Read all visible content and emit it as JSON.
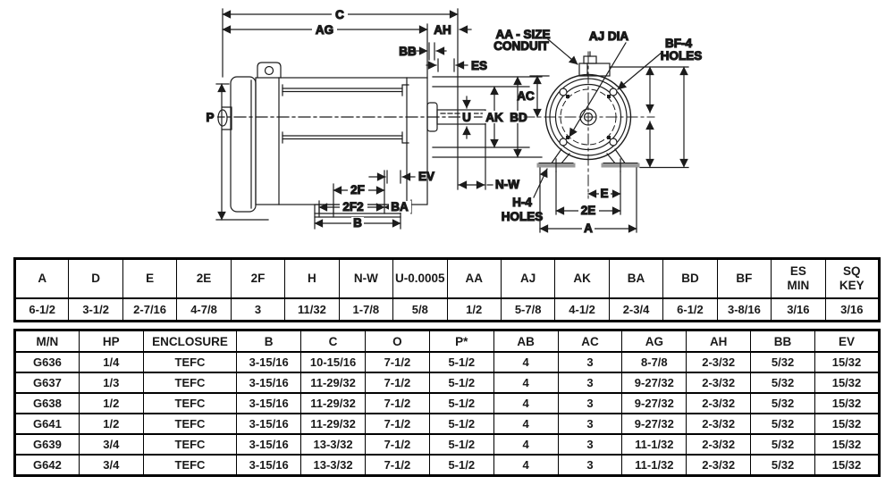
{
  "diagram": {
    "labels": {
      "c": "C",
      "ag": "AG",
      "ah": "AH",
      "bb": "BB",
      "es": "ES",
      "p": "P",
      "u": "U",
      "ak": "AK",
      "bd": "BD",
      "nw": "N-W",
      "ev": "EV",
      "two_f": "2F",
      "two_f2": "2F2",
      "ba": "BA",
      "b": "B",
      "aa_line1": "AA - SIZE",
      "aa_line2": "CONDUIT",
      "aj": "AJ DIA",
      "bf_line1": "BF-4",
      "bf_line2": "HOLES",
      "ac": "AC",
      "h4_line1": "H-4",
      "h4_line2": "HOLES",
      "e": "E",
      "two_e": "2E",
      "a": "A"
    }
  },
  "frame_table": {
    "headers": [
      "A",
      "D",
      "E",
      "2E",
      "2F",
      "H",
      "N-W",
      "U-0.0005",
      "AA",
      "AJ",
      "AK",
      "BA",
      "BD",
      "BF",
      "ES\nMIN",
      "SQ\nKEY"
    ],
    "rows": [
      [
        "6-1/2",
        "3-1/2",
        "2-7/16",
        "4-7/8",
        "3",
        "11/32",
        "1-7/8",
        "5/8",
        "1/2",
        "5-7/8",
        "4-1/2",
        "2-3/4",
        "6-1/2",
        "3-8/16",
        "3/16",
        "3/16"
      ]
    ]
  },
  "models_table": {
    "headers": [
      "M/N",
      "HP",
      "ENCLOSURE",
      "B",
      "C",
      "O",
      "P*",
      "AB",
      "AC",
      "AG",
      "AH",
      "BB",
      "EV"
    ],
    "rows": [
      [
        "G636",
        "1/4",
        "TEFC",
        "3-15/16",
        "10-15/16",
        "7-1/2",
        "5-1/2",
        "4",
        "3",
        "8-7/8",
        "2-3/32",
        "5/32",
        "15/32"
      ],
      [
        "G637",
        "1/3",
        "TEFC",
        "3-15/16",
        "11-29/32",
        "7-1/2",
        "5-1/2",
        "4",
        "3",
        "9-27/32",
        "2-3/32",
        "5/32",
        "15/32"
      ],
      [
        "G638",
        "1/2",
        "TEFC",
        "3-15/16",
        "11-29/32",
        "7-1/2",
        "5-1/2",
        "4",
        "3",
        "9-27/32",
        "2-3/32",
        "5/32",
        "15/32"
      ],
      [
        "G641",
        "1/2",
        "TEFC",
        "3-15/16",
        "11-29/32",
        "7-1/2",
        "5-1/2",
        "4",
        "3",
        "9-27/32",
        "2-3/32",
        "5/32",
        "15/32"
      ],
      [
        "G639",
        "3/4",
        "TEFC",
        "3-15/16",
        "13-3/32",
        "7-1/2",
        "5-1/2",
        "4",
        "3",
        "11-1/32",
        "2-3/32",
        "5/32",
        "15/32"
      ],
      [
        "G642",
        "3/4",
        "TEFC",
        "3-15/16",
        "13-3/32",
        "7-1/2",
        "5-1/2",
        "4",
        "3",
        "11-1/32",
        "2-3/32",
        "5/32",
        "15/32"
      ]
    ]
  },
  "colors": {
    "line": "#1c1c1c",
    "background": "#ffffff",
    "foot_pad_gray": "#9a9a9a"
  }
}
